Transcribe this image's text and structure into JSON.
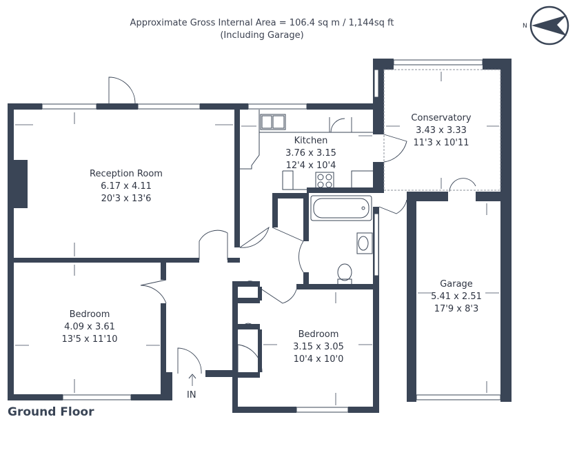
{
  "header": {
    "area_line1": "Approximate Gross Internal Area = 106.4 sq m / 1,144sq ft",
    "area_line2": "(Including Garage)"
  },
  "compass": {
    "letter": "N"
  },
  "rooms": {
    "reception": {
      "name": "Reception Room",
      "metric": "6.17 x 4.11",
      "imperial": "20'3 x 13'6"
    },
    "kitchen": {
      "name": "Kitchen",
      "metric": "3.76 x 3.15",
      "imperial": "12'4 x 10'4"
    },
    "conservatory": {
      "name": "Conservatory",
      "metric": "3.43 x 3.33",
      "imperial": "11'3 x 10'11"
    },
    "bedroom1": {
      "name": "Bedroom",
      "metric": "4.09 x 3.61",
      "imperial": "13'5 x 11'10"
    },
    "bedroom2": {
      "name": "Bedroom",
      "metric": "3.15 x 3.05",
      "imperial": "10'4 x 10'0"
    },
    "garage": {
      "name": "Garage",
      "metric": "5.41 x 2.51",
      "imperial": "17'9 x 8'3"
    }
  },
  "entrance": {
    "label": "IN"
  },
  "floor_title": "Ground Floor",
  "colors": {
    "wall": "#3a4556",
    "text": "#2e3442"
  }
}
